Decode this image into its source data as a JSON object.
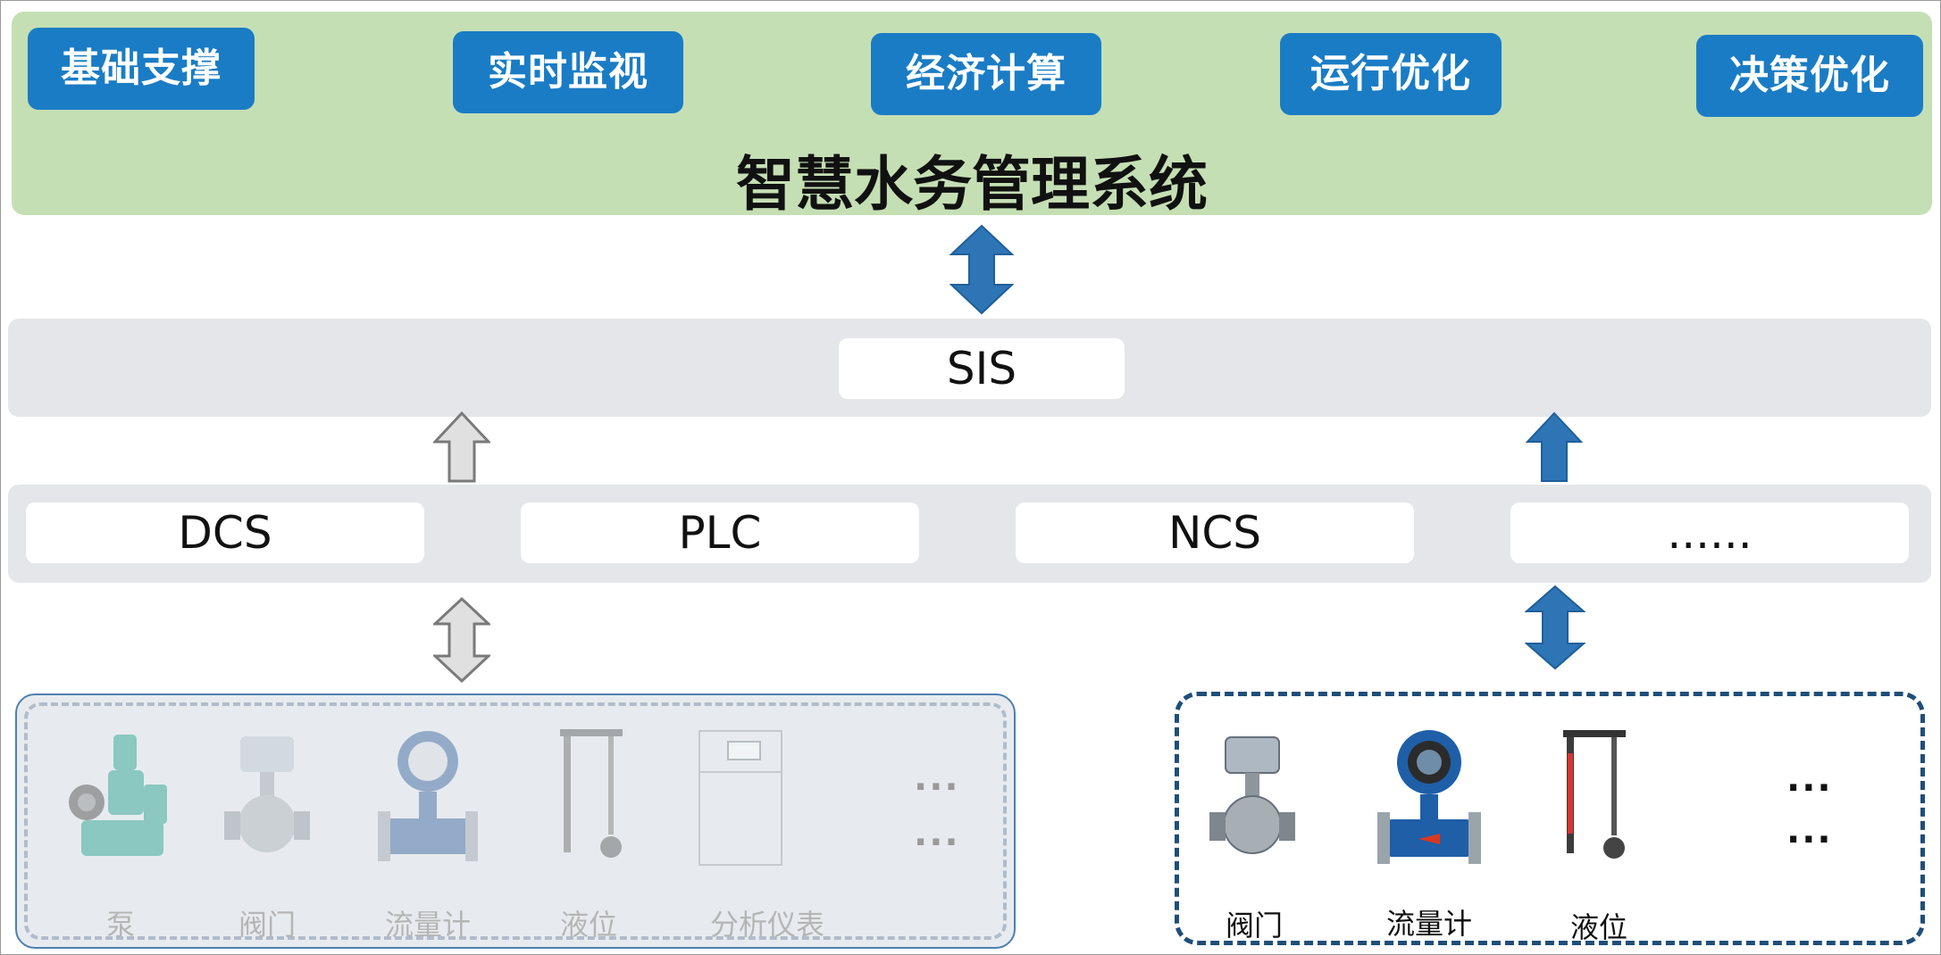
{
  "system": {
    "title": "智慧水务管理系统",
    "modules": [
      "基础支撑",
      "实时监视",
      "经济计算",
      "运行优化",
      "决策优化"
    ]
  },
  "sis": {
    "label": "SIS"
  },
  "control_layer": {
    "items": [
      "DCS",
      "PLC",
      "NCS",
      "......"
    ]
  },
  "left_devices": {
    "labels": [
      "泵",
      "阀门",
      "流量计",
      "液位",
      "分析仪表"
    ],
    "more": [
      "...",
      "..."
    ]
  },
  "right_devices": {
    "labels": [
      "阀门",
      "流量计",
      "液位"
    ],
    "more": [
      "...",
      "..."
    ]
  },
  "colors": {
    "accent_blue": "#1a7cc5",
    "green_band": "#c5dfb4",
    "grey_band": "#e5e6e9",
    "arrow_blue": "#2e75b6",
    "arrow_grey": "#d9d9d9",
    "faded_text": "#b5b5b5"
  }
}
